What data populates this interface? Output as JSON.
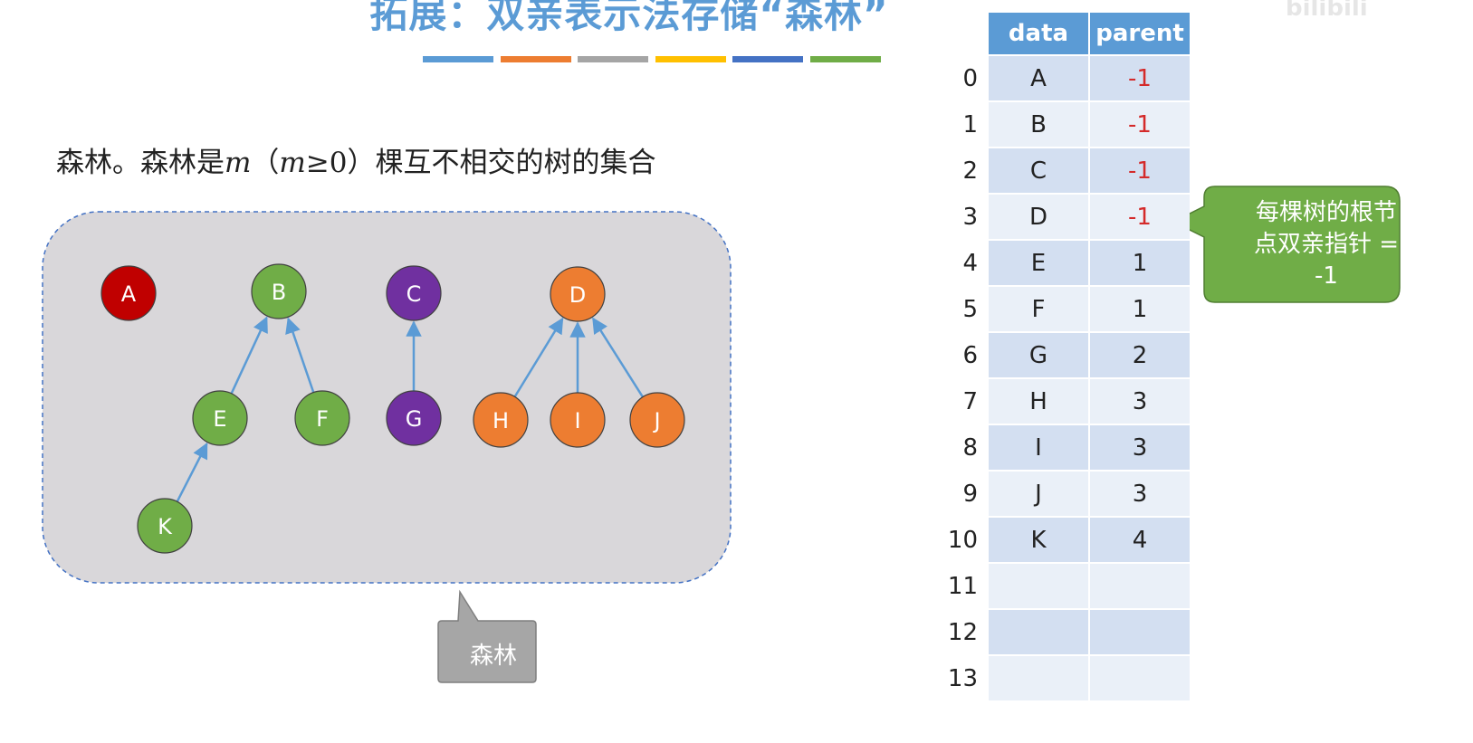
{
  "title": "拓展：双亲表示法存储“森林”",
  "color_bars": [
    "#5b9bd5",
    "#ed7d31",
    "#a5a5a5",
    "#ffc000",
    "#4472c4",
    "#70ad47"
  ],
  "sentence": {
    "part1": "森林。森林是",
    "m1": "m",
    "part2": "（",
    "m2": "m",
    "part3": "≥0）棵互不相交的树的集合"
  },
  "forest_label": "森林",
  "tip": "每棵树的根节点双亲指针 = -1",
  "watermark": "bilibili",
  "colors": {
    "red": "#c00000",
    "green": "#70ad47",
    "purple": "#7030a0",
    "orange": "#ed7d31",
    "edge": "#5b9bd5"
  },
  "nodes": [
    {
      "id": "A",
      "color": "red"
    },
    {
      "id": "B",
      "color": "green"
    },
    {
      "id": "C",
      "color": "purple"
    },
    {
      "id": "D",
      "color": "orange"
    },
    {
      "id": "E",
      "color": "green"
    },
    {
      "id": "F",
      "color": "green"
    },
    {
      "id": "G",
      "color": "purple"
    },
    {
      "id": "H",
      "color": "orange"
    },
    {
      "id": "I",
      "color": "orange"
    },
    {
      "id": "J",
      "color": "orange"
    },
    {
      "id": "K",
      "color": "green"
    }
  ],
  "edges": [
    [
      "E",
      "B"
    ],
    [
      "F",
      "B"
    ],
    [
      "G",
      "C"
    ],
    [
      "H",
      "D"
    ],
    [
      "I",
      "D"
    ],
    [
      "J",
      "D"
    ],
    [
      "K",
      "E"
    ]
  ],
  "table": {
    "headers": [
      "data",
      "parent"
    ],
    "rows": [
      {
        "index": "0",
        "data": "A",
        "parent": "-1"
      },
      {
        "index": "1",
        "data": "B",
        "parent": "-1"
      },
      {
        "index": "2",
        "data": "C",
        "parent": "-1"
      },
      {
        "index": "3",
        "data": "D",
        "parent": "-1"
      },
      {
        "index": "4",
        "data": "E",
        "parent": "1"
      },
      {
        "index": "5",
        "data": "F",
        "parent": "1"
      },
      {
        "index": "6",
        "data": "G",
        "parent": "2"
      },
      {
        "index": "7",
        "data": "H",
        "parent": "3"
      },
      {
        "index": "8",
        "data": "I",
        "parent": "3"
      },
      {
        "index": "9",
        "data": "J",
        "parent": "3"
      },
      {
        "index": "10",
        "data": "K",
        "parent": "4"
      },
      {
        "index": "11",
        "data": "",
        "parent": ""
      },
      {
        "index": "12",
        "data": "",
        "parent": ""
      },
      {
        "index": "13",
        "data": "",
        "parent": ""
      }
    ]
  }
}
